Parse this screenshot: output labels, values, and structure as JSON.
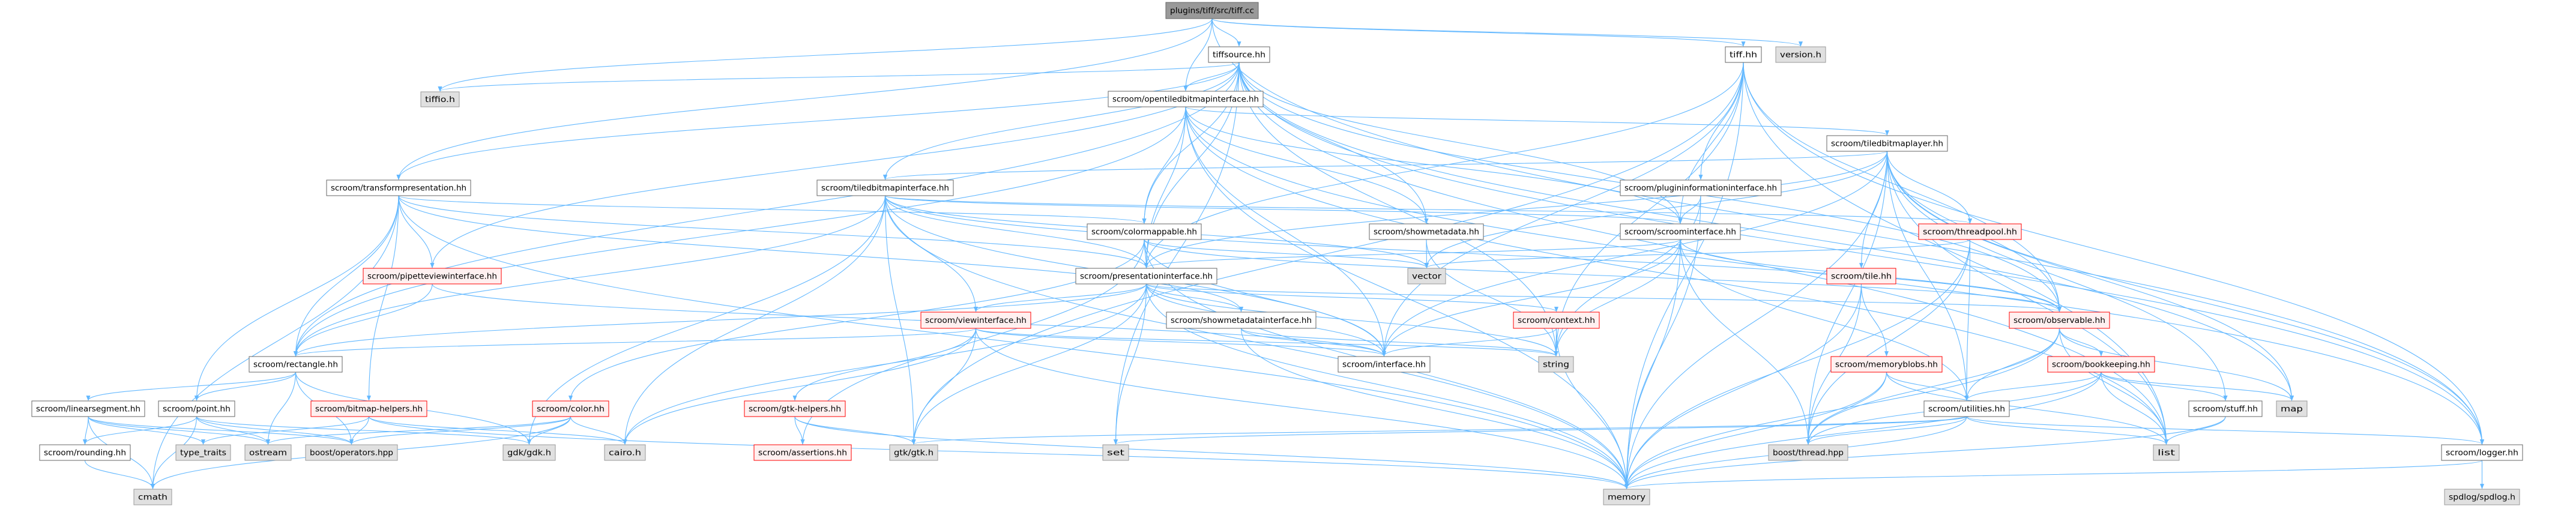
{
  "title": "plugins/tiff/src/tiff.cc",
  "colors": {
    "edge": "#63b8ff",
    "root_fill": "#999999",
    "external_fill": "#e0e0e0",
    "truncated_border": "#ff0000"
  },
  "nodes": {
    "tiffcc": {
      "label": "plugins/tiff/src/tiff.cc",
      "kind": "root"
    },
    "tiffsource": {
      "label": "tiffsource.hh",
      "kind": "normal"
    },
    "tiffhh": {
      "label": "tiff.hh",
      "kind": "normal"
    },
    "version": {
      "label": "version.h",
      "kind": "external"
    },
    "tiffio": {
      "label": "tiffio.h",
      "kind": "external"
    },
    "opentiled": {
      "label": "scroom/opentiledbitmapinterface.hh",
      "kind": "normal"
    },
    "tiledlayer": {
      "label": "scroom/tiledbitmaplayer.hh",
      "kind": "normal"
    },
    "transform": {
      "label": "scroom/transformpresentation.hh",
      "kind": "normal"
    },
    "tiledif": {
      "label": "scroom/tiledbitmapinterface.hh",
      "kind": "normal"
    },
    "plugininfo": {
      "label": "scroom/plugininformationinterface.hh",
      "kind": "normal"
    },
    "colormappable": {
      "label": "scroom/colormappable.hh",
      "kind": "normal"
    },
    "showmetadata": {
      "label": "scroom/showmetadata.hh",
      "kind": "normal"
    },
    "scroomif": {
      "label": "scroom/scroominterface.hh",
      "kind": "normal"
    },
    "threadpool": {
      "label": "scroom/threadpool.hh",
      "kind": "truncated"
    },
    "pipette": {
      "label": "scroom/pipetteviewinterface.hh",
      "kind": "truncated"
    },
    "presentation": {
      "label": "scroom/presentationinterface.hh",
      "kind": "normal"
    },
    "vector": {
      "label": "vector",
      "kind": "external"
    },
    "tile": {
      "label": "scroom/tile.hh",
      "kind": "truncated"
    },
    "viewif": {
      "label": "scroom/viewinterface.hh",
      "kind": "truncated"
    },
    "showmetaif": {
      "label": "scroom/showmetadatainterface.hh",
      "kind": "normal"
    },
    "context": {
      "label": "scroom/context.hh",
      "kind": "truncated"
    },
    "observable": {
      "label": "scroom/observable.hh",
      "kind": "truncated"
    },
    "rectangle": {
      "label": "scroom/rectangle.hh",
      "kind": "normal"
    },
    "interface": {
      "label": "scroom/interface.hh",
      "kind": "normal"
    },
    "string": {
      "label": "string",
      "kind": "external"
    },
    "memoryblobs": {
      "label": "scroom/memoryblobs.hh",
      "kind": "truncated"
    },
    "bookkeeping": {
      "label": "scroom/bookkeeping.hh",
      "kind": "truncated"
    },
    "linearsegment": {
      "label": "scroom/linearsegment.hh",
      "kind": "normal"
    },
    "point": {
      "label": "scroom/point.hh",
      "kind": "normal"
    },
    "bitmaphelpers": {
      "label": "scroom/bitmap-helpers.hh",
      "kind": "truncated"
    },
    "color": {
      "label": "scroom/color.hh",
      "kind": "truncated"
    },
    "gtkhelpers": {
      "label": "scroom/gtk-helpers.hh",
      "kind": "truncated"
    },
    "utilities": {
      "label": "scroom/utilities.hh",
      "kind": "normal"
    },
    "stuff": {
      "label": "scroom/stuff.hh",
      "kind": "normal"
    },
    "map": {
      "label": "map",
      "kind": "external"
    },
    "rounding": {
      "label": "scroom/rounding.hh",
      "kind": "normal"
    },
    "typetraits": {
      "label": "type_traits",
      "kind": "external"
    },
    "ostream": {
      "label": "ostream",
      "kind": "external"
    },
    "boostops": {
      "label": "boost/operators.hpp",
      "kind": "external"
    },
    "gdk": {
      "label": "gdk/gdk.h",
      "kind": "external"
    },
    "cairo": {
      "label": "cairo.h",
      "kind": "external"
    },
    "assertions": {
      "label": "scroom/assertions.hh",
      "kind": "truncated"
    },
    "gtk": {
      "label": "gtk/gtk.h",
      "kind": "external"
    },
    "set": {
      "label": "set",
      "kind": "external"
    },
    "boostthread": {
      "label": "boost/thread.hpp",
      "kind": "external"
    },
    "list": {
      "label": "list",
      "kind": "external"
    },
    "logger": {
      "label": "scroom/logger.hh",
      "kind": "normal"
    },
    "cmath": {
      "label": "cmath",
      "kind": "external"
    },
    "memory": {
      "label": "memory",
      "kind": "external"
    },
    "spdlog": {
      "label": "spdlog/spdlog.h",
      "kind": "external"
    }
  },
  "edges": [
    [
      "tiffcc",
      "tiffsource"
    ],
    [
      "tiffcc",
      "opentiled"
    ],
    [
      "tiffcc",
      "tiffhh"
    ],
    [
      "tiffcc",
      "version"
    ],
    [
      "tiffcc",
      "tiffio"
    ],
    [
      "tiffcc",
      "transform"
    ],
    [
      "tiffcc",
      "logger"
    ],
    [
      "tiffsource",
      "tiffio"
    ],
    [
      "tiffsource",
      "transform"
    ],
    [
      "tiffsource",
      "pipette"
    ],
    [
      "tiffsource",
      "opentiled"
    ],
    [
      "tiffsource",
      "tiledif"
    ],
    [
      "tiffsource",
      "colormappable"
    ],
    [
      "tiffsource",
      "presentation"
    ],
    [
      "tiffsource",
      "rectangle"
    ],
    [
      "tiffsource",
      "scroomif"
    ],
    [
      "tiffsource",
      "showmetadata"
    ],
    [
      "tiffsource",
      "string"
    ],
    [
      "tiffsource",
      "set"
    ],
    [
      "tiffsource",
      "observable"
    ],
    [
      "tiffsource",
      "logger"
    ],
    [
      "tiffsource",
      "list"
    ],
    [
      "tiffsource",
      "map"
    ],
    [
      "tiffhh",
      "scroomif"
    ],
    [
      "tiffhh",
      "plugininfo"
    ],
    [
      "tiffhh",
      "presentation"
    ],
    [
      "tiffhh",
      "observable"
    ],
    [
      "tiffhh",
      "string"
    ],
    [
      "tiffhh",
      "memory"
    ],
    [
      "tiffhh",
      "list"
    ],
    [
      "tiffhh",
      "logger"
    ],
    [
      "tiffhh",
      "interface"
    ],
    [
      "tiffhh",
      "gtk"
    ],
    [
      "opentiled",
      "tiledlayer"
    ],
    [
      "opentiled",
      "colormappable"
    ],
    [
      "opentiled",
      "presentation"
    ],
    [
      "opentiled",
      "showmetadata"
    ],
    [
      "opentiled",
      "interface"
    ],
    [
      "opentiled",
      "rectangle"
    ],
    [
      "opentiled",
      "memory"
    ],
    [
      "opentiled",
      "list"
    ],
    [
      "opentiled",
      "logger"
    ],
    [
      "opentiled",
      "scroomif"
    ],
    [
      "tiledlayer",
      "tiledif"
    ],
    [
      "tiledlayer",
      "presentation"
    ],
    [
      "tiledlayer",
      "tile"
    ],
    [
      "tiledlayer",
      "threadpool"
    ],
    [
      "tiledlayer",
      "interface"
    ],
    [
      "tiledlayer",
      "memory"
    ],
    [
      "tiledlayer",
      "boostthread"
    ],
    [
      "tiledlayer",
      "observable"
    ],
    [
      "tiledlayer",
      "stuff"
    ],
    [
      "tiledlayer",
      "map"
    ],
    [
      "tiledlayer",
      "list"
    ],
    [
      "tiledlayer",
      "logger"
    ],
    [
      "tiledlayer",
      "utilities"
    ],
    [
      "tiledlayer",
      "vector"
    ],
    [
      "transform",
      "pipette"
    ],
    [
      "transform",
      "rectangle"
    ],
    [
      "transform",
      "point"
    ],
    [
      "transform",
      "bitmaphelpers"
    ],
    [
      "transform",
      "cmath"
    ],
    [
      "transform",
      "memory"
    ],
    [
      "transform",
      "presentation"
    ],
    [
      "transform",
      "colormappable"
    ],
    [
      "transform",
      "showmetaif"
    ],
    [
      "tiledif",
      "presentation"
    ],
    [
      "tiledif",
      "viewif"
    ],
    [
      "tiledif",
      "scroomif"
    ],
    [
      "tiledif",
      "gdk"
    ],
    [
      "tiledif",
      "cairo"
    ],
    [
      "tiledif",
      "gtk"
    ],
    [
      "tiledif",
      "rectangle"
    ],
    [
      "tiledif",
      "memory"
    ],
    [
      "tiledif",
      "vector"
    ],
    [
      "tiledif",
      "interface"
    ],
    [
      "tiledif",
      "threadpool"
    ],
    [
      "tiledif",
      "observable"
    ],
    [
      "plugininfo",
      "scroomif"
    ],
    [
      "plugininfo",
      "string"
    ],
    [
      "plugininfo",
      "memory"
    ],
    [
      "colormappable",
      "presentation"
    ],
    [
      "colormappable",
      "color"
    ],
    [
      "colormappable",
      "assertions"
    ],
    [
      "colormappable",
      "vector"
    ],
    [
      "colormappable",
      "observable"
    ],
    [
      "colormappable",
      "interface"
    ],
    [
      "colormappable",
      "memory"
    ],
    [
      "showmetadata",
      "vector"
    ],
    [
      "showmetadata",
      "string"
    ],
    [
      "scroomif",
      "interface"
    ],
    [
      "scroomif",
      "presentation"
    ],
    [
      "scroomif",
      "string"
    ],
    [
      "scroomif",
      "memory"
    ],
    [
      "scroomif",
      "observable"
    ],
    [
      "scroomif",
      "utilities"
    ],
    [
      "scroomif",
      "boostthread"
    ],
    [
      "threadpool",
      "boostthread"
    ],
    [
      "threadpool",
      "memory"
    ],
    [
      "threadpool",
      "vector"
    ],
    [
      "threadpool",
      "utilities"
    ],
    [
      "pipette",
      "rectangle"
    ],
    [
      "pipette",
      "interface"
    ],
    [
      "presentation",
      "viewif"
    ],
    [
      "presentation",
      "rectangle"
    ],
    [
      "presentation",
      "context"
    ],
    [
      "presentation",
      "observable"
    ],
    [
      "presentation",
      "set"
    ],
    [
      "presentation",
      "string"
    ],
    [
      "presentation",
      "memory"
    ],
    [
      "presentation",
      "interface"
    ],
    [
      "presentation",
      "gtk"
    ],
    [
      "presentation",
      "cairo"
    ],
    [
      "presentation",
      "showmetaif"
    ],
    [
      "viewif",
      "gtkhelpers"
    ],
    [
      "viewif",
      "gtk"
    ],
    [
      "viewif",
      "memory"
    ],
    [
      "viewif",
      "rectangle"
    ],
    [
      "viewif",
      "interface"
    ],
    [
      "viewif",
      "string"
    ],
    [
      "viewif",
      "cairo"
    ],
    [
      "showmetaif",
      "string"
    ],
    [
      "showmetaif",
      "memory"
    ],
    [
      "showmetaif",
      "interface"
    ],
    [
      "tile",
      "memoryblobs"
    ],
    [
      "tile",
      "memory"
    ],
    [
      "tile",
      "boostthread"
    ],
    [
      "context",
      "string"
    ],
    [
      "context",
      "memory"
    ],
    [
      "context",
      "interface"
    ],
    [
      "observable",
      "bookkeeping"
    ],
    [
      "observable",
      "utilities"
    ],
    [
      "observable",
      "list"
    ],
    [
      "observable",
      "map"
    ],
    [
      "observable",
      "memory"
    ],
    [
      "observable",
      "boostthread"
    ],
    [
      "bookkeeping",
      "utilities"
    ],
    [
      "bookkeeping",
      "stuff"
    ],
    [
      "bookkeeping",
      "list"
    ],
    [
      "bookkeeping",
      "map"
    ],
    [
      "bookkeeping",
      "memory"
    ],
    [
      "bookkeeping",
      "boostthread"
    ],
    [
      "memoryblobs",
      "utilities"
    ],
    [
      "memoryblobs",
      "boostthread"
    ],
    [
      "memoryblobs",
      "list"
    ],
    [
      "memoryblobs",
      "memory"
    ],
    [
      "rectangle",
      "linearsegment"
    ],
    [
      "rectangle",
      "point"
    ],
    [
      "rectangle",
      "ostream"
    ],
    [
      "rectangle",
      "boostops"
    ],
    [
      "rectangle",
      "gdk"
    ],
    [
      "linearsegment",
      "rounding"
    ],
    [
      "linearsegment",
      "typetraits"
    ],
    [
      "linearsegment",
      "ostream"
    ],
    [
      "linearsegment",
      "boostops"
    ],
    [
      "linearsegment",
      "cmath"
    ],
    [
      "point",
      "rounding"
    ],
    [
      "point",
      "cmath"
    ],
    [
      "point",
      "ostream"
    ],
    [
      "point",
      "boostops"
    ],
    [
      "point",
      "gdk"
    ],
    [
      "rounding",
      "cmath"
    ],
    [
      "bitmaphelpers",
      "boostops"
    ],
    [
      "bitmaphelpers",
      "cairo"
    ],
    [
      "bitmaphelpers",
      "typetraits"
    ],
    [
      "bitmaphelpers",
      "memory"
    ],
    [
      "color",
      "gdk"
    ],
    [
      "color",
      "cairo"
    ],
    [
      "color",
      "cmath"
    ],
    [
      "color",
      "boostops"
    ],
    [
      "color",
      "ostream"
    ],
    [
      "gtkhelpers",
      "assertions"
    ],
    [
      "gtkhelpers",
      "gtk"
    ],
    [
      "gtkhelpers",
      "memory"
    ],
    [
      "utilities",
      "logger"
    ],
    [
      "utilities",
      "set"
    ],
    [
      "utilities",
      "boostthread"
    ],
    [
      "utilities",
      "memory"
    ],
    [
      "utilities",
      "list"
    ],
    [
      "utilities",
      "gtk"
    ],
    [
      "stuff",
      "list"
    ],
    [
      "stuff",
      "memory"
    ],
    [
      "logger",
      "spdlog"
    ],
    [
      "logger",
      "memory"
    ]
  ]
}
